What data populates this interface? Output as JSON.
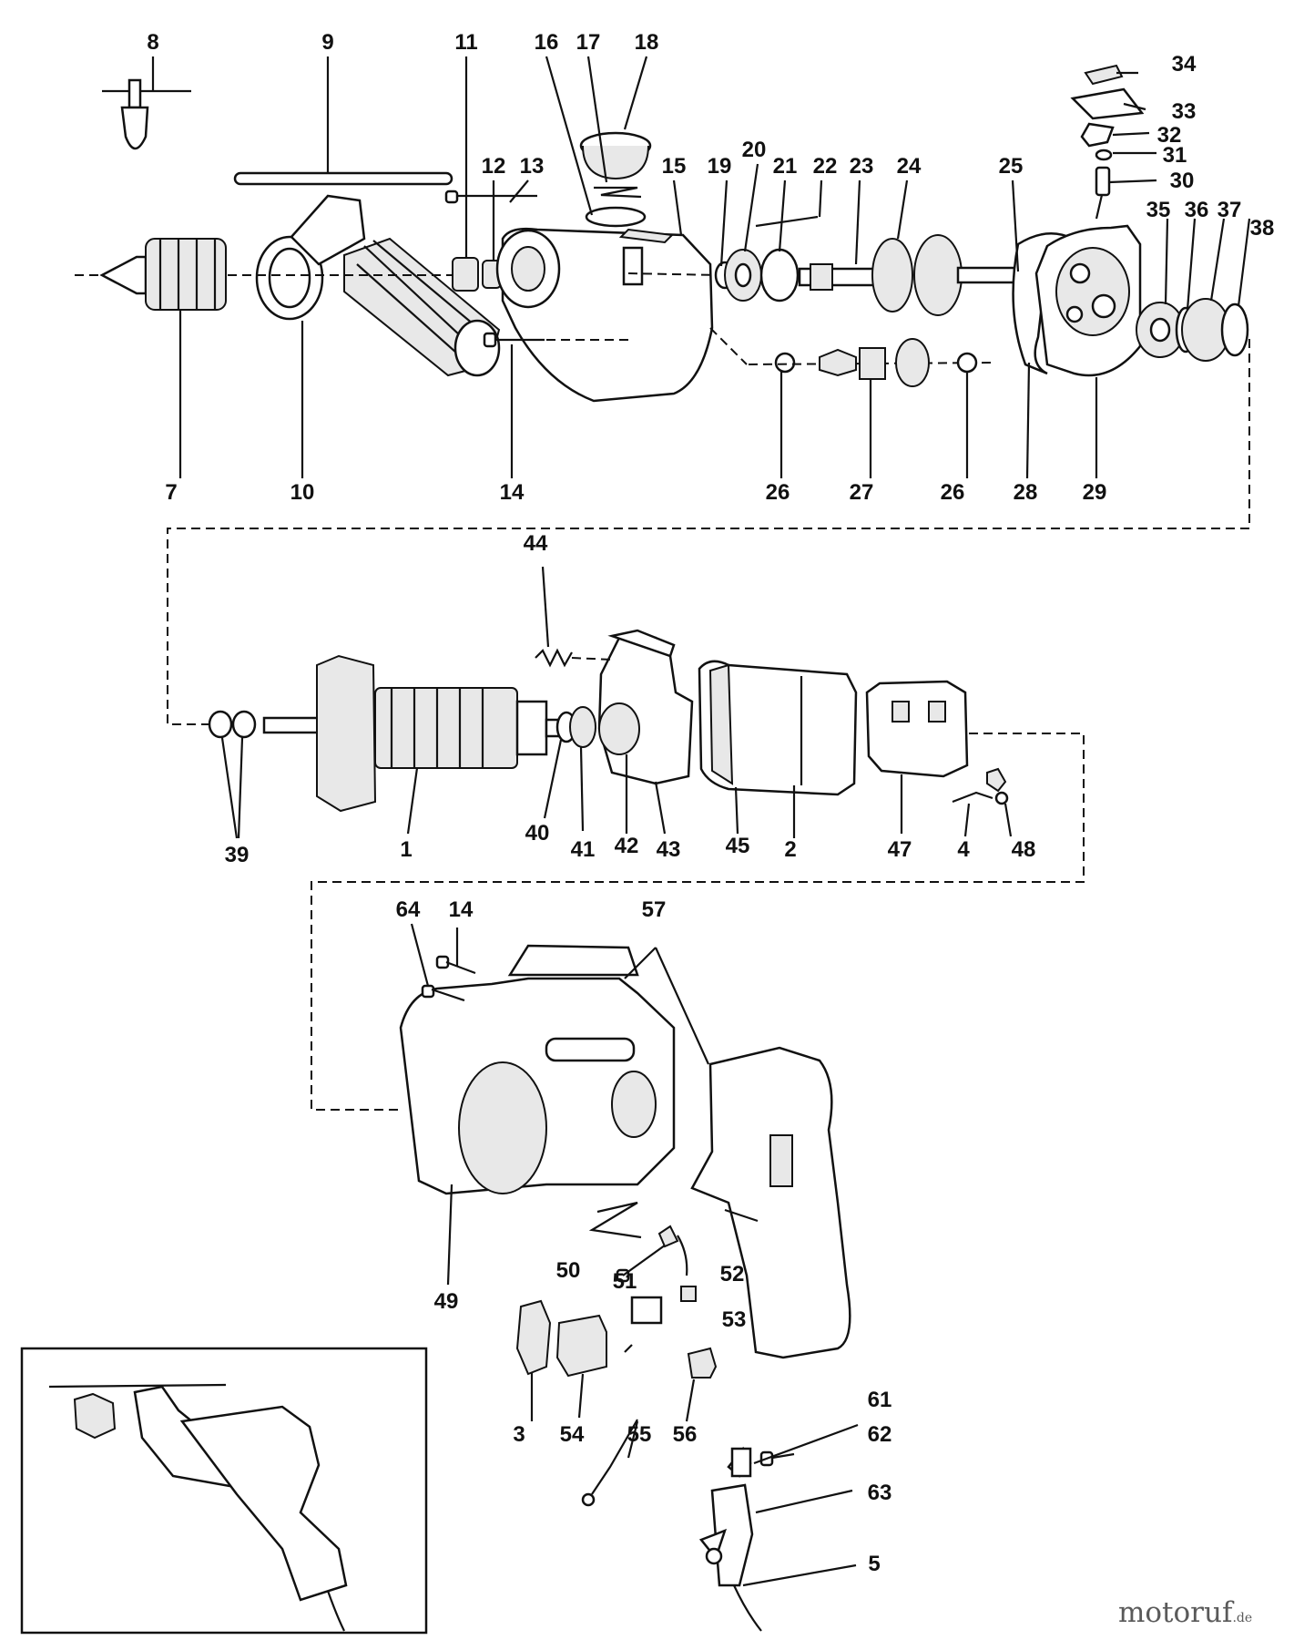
{
  "watermark": {
    "text": "motoruf",
    "tld": ".de"
  },
  "part_numbers": [
    "1",
    "2",
    "3",
    "4",
    "5",
    "7",
    "8",
    "9",
    "10",
    "11",
    "12",
    "13",
    "14",
    "14",
    "15",
    "16",
    "17",
    "18",
    "19",
    "20",
    "21",
    "22",
    "23",
    "24",
    "25",
    "26",
    "26",
    "27",
    "28",
    "29",
    "30",
    "31",
    "32",
    "33",
    "34",
    "35",
    "36",
    "37",
    "38",
    "39",
    "40",
    "41",
    "42",
    "43",
    "44",
    "45",
    "47",
    "48",
    "49",
    "50",
    "51",
    "52",
    "53",
    "54",
    "55",
    "56",
    "57",
    "61",
    "62",
    "63",
    "64"
  ]
}
